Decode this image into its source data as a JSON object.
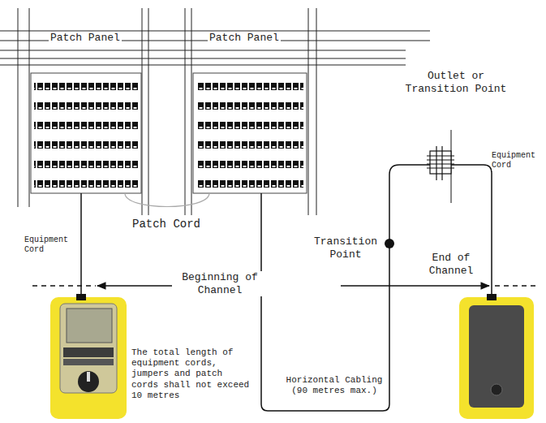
{
  "diagram": {
    "nodes": [
      {
        "text": [
          "Patch Panel"
        ]
      },
      {
        "text": [
          "Patch Panel"
        ]
      }
    ],
    "edges": [
      {
        "from": 0,
        "to": 1,
        "arrow": "none"
      }
    ],
    "labels": [
      "Outlet or Transition Point",
      "Equipment Cord",
      "Patch Cord",
      "Equipment Cord",
      "Transition Point",
      "Beginning of Channel",
      "End of Channel",
      "The total length of equipment cords, jumpers and patch cords shall not exceed 10 metres",
      "Horizontal Cabling (90 metres max.)"
    ]
  }
}
